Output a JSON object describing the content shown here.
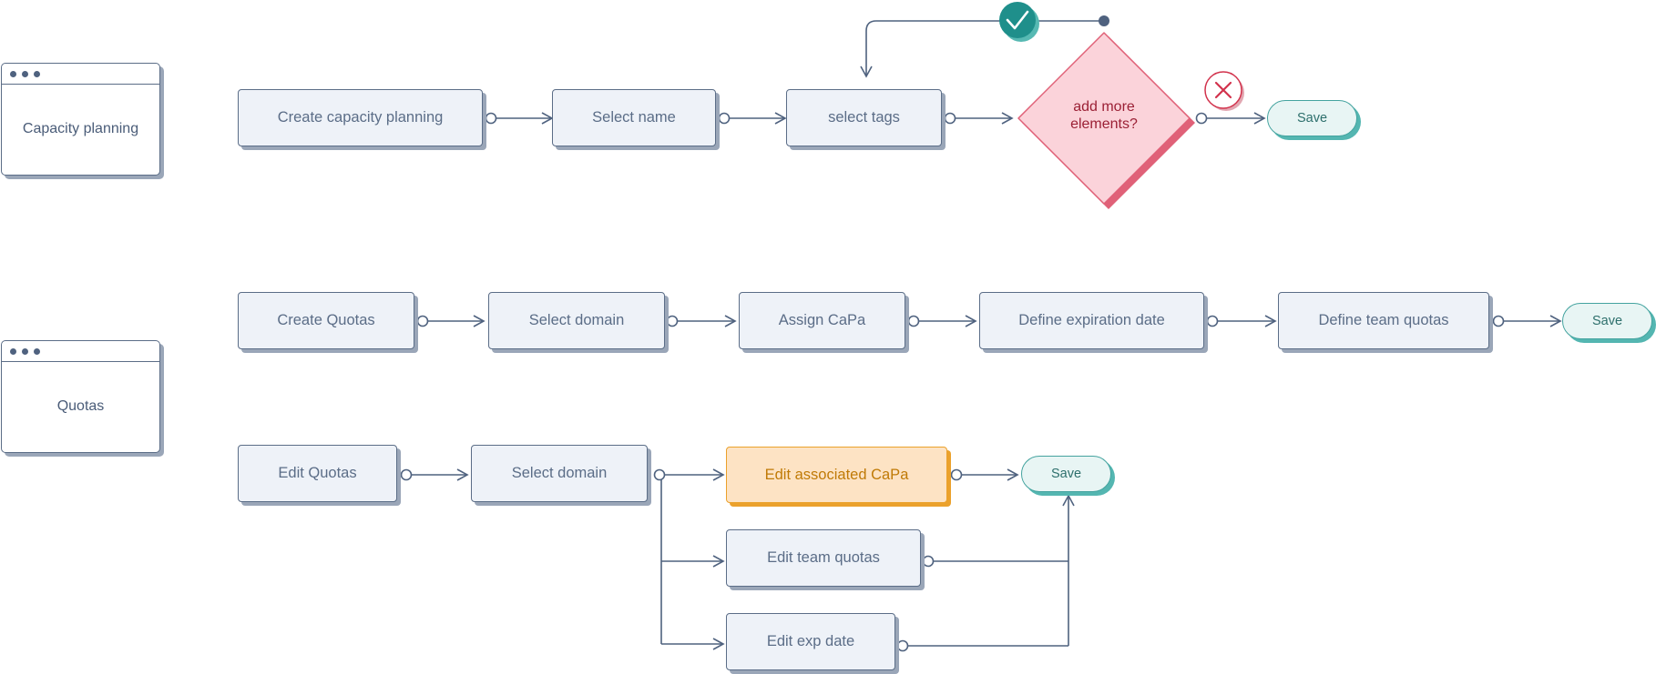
{
  "lanes": {
    "capacity_planning": "Capacity planning",
    "quotas": "Quotas"
  },
  "capacity_flow": {
    "create_capacity_planning": "Create capacity planning",
    "select_name": "Select name",
    "select_tags": "select tags",
    "decision": "add more elements?",
    "save": "Save"
  },
  "create_quotas_flow": {
    "create_quotas": "Create Quotas",
    "select_domain": "Select domain",
    "assign_capa": "Assign CaPa",
    "define_expiration_date": "Define expiration date",
    "define_team_quotas": "Define team quotas",
    "save": "Save"
  },
  "edit_quotas_flow": {
    "edit_quotas": "Edit Quotas",
    "select_domain": "Select domain",
    "edit_associated_capa": "Edit associated CaPa",
    "edit_team_quotas": "Edit team quotas",
    "edit_exp_date": "Edit exp date",
    "save": "Save"
  },
  "colors": {
    "line": "#4f627f",
    "node_fill": "#eef2f8",
    "decision_fill": "#fbd3da",
    "decision_border": "#e06178",
    "save_border": "#44a39f",
    "highlight_fill": "#fde3c4",
    "highlight_border": "#eba12c",
    "yes_badge": "#1f8f8b",
    "no_badge": "#d2324c"
  },
  "icons": {
    "yes": "check-icon",
    "no": "x-icon",
    "window_controls": "window-dots-icon"
  }
}
